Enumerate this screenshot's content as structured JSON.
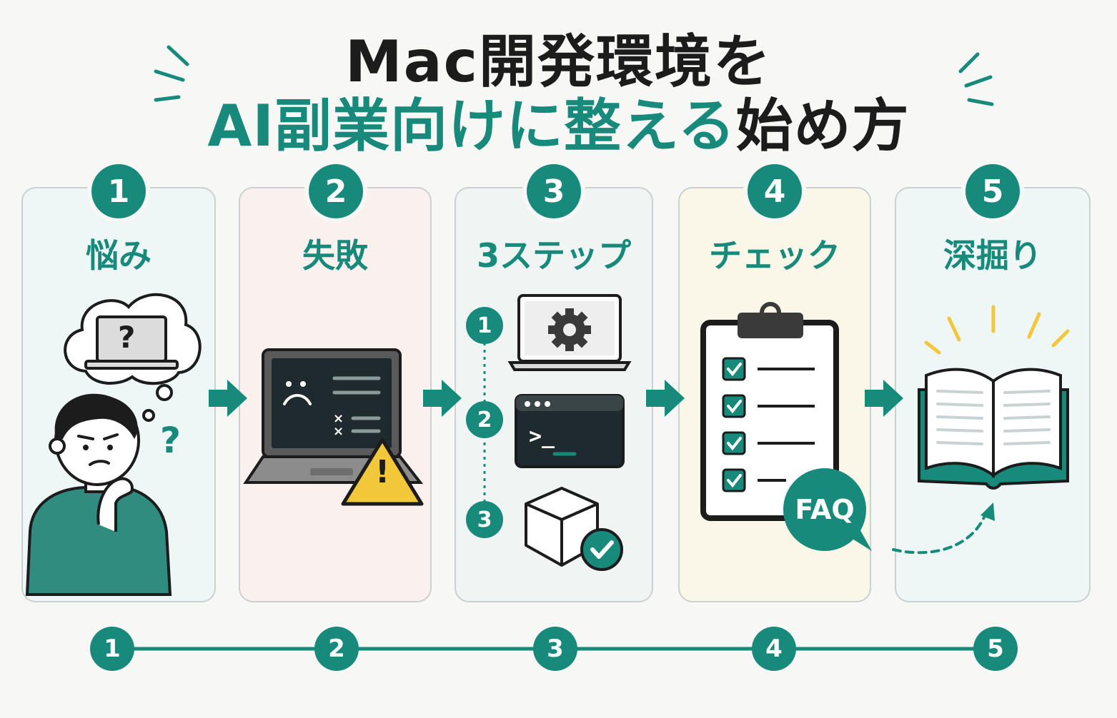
{
  "title": {
    "line1": "Mac開発環境を",
    "line2_accent": "AI副業向けに整える",
    "line2_dark": "始め方"
  },
  "steps": [
    {
      "number": "1",
      "label": "悩み"
    },
    {
      "number": "2",
      "label": "失敗"
    },
    {
      "number": "3",
      "label": "3ステップ"
    },
    {
      "number": "4",
      "label": "チェック"
    },
    {
      "number": "5",
      "label": "深掘り"
    }
  ],
  "substeps": [
    "1",
    "2",
    "3"
  ],
  "icons": {
    "thought_question": "?",
    "side_question": "?",
    "error_marks": "×",
    "warning": "!",
    "terminal_prompt": ">_",
    "faq": "FAQ"
  },
  "timeline": [
    "1",
    "2",
    "3",
    "4",
    "5"
  ],
  "colors": {
    "accent": "#178a7b",
    "dark": "#1c1c1c",
    "warning": "#f2c73a",
    "spark": "#f2c73a"
  }
}
